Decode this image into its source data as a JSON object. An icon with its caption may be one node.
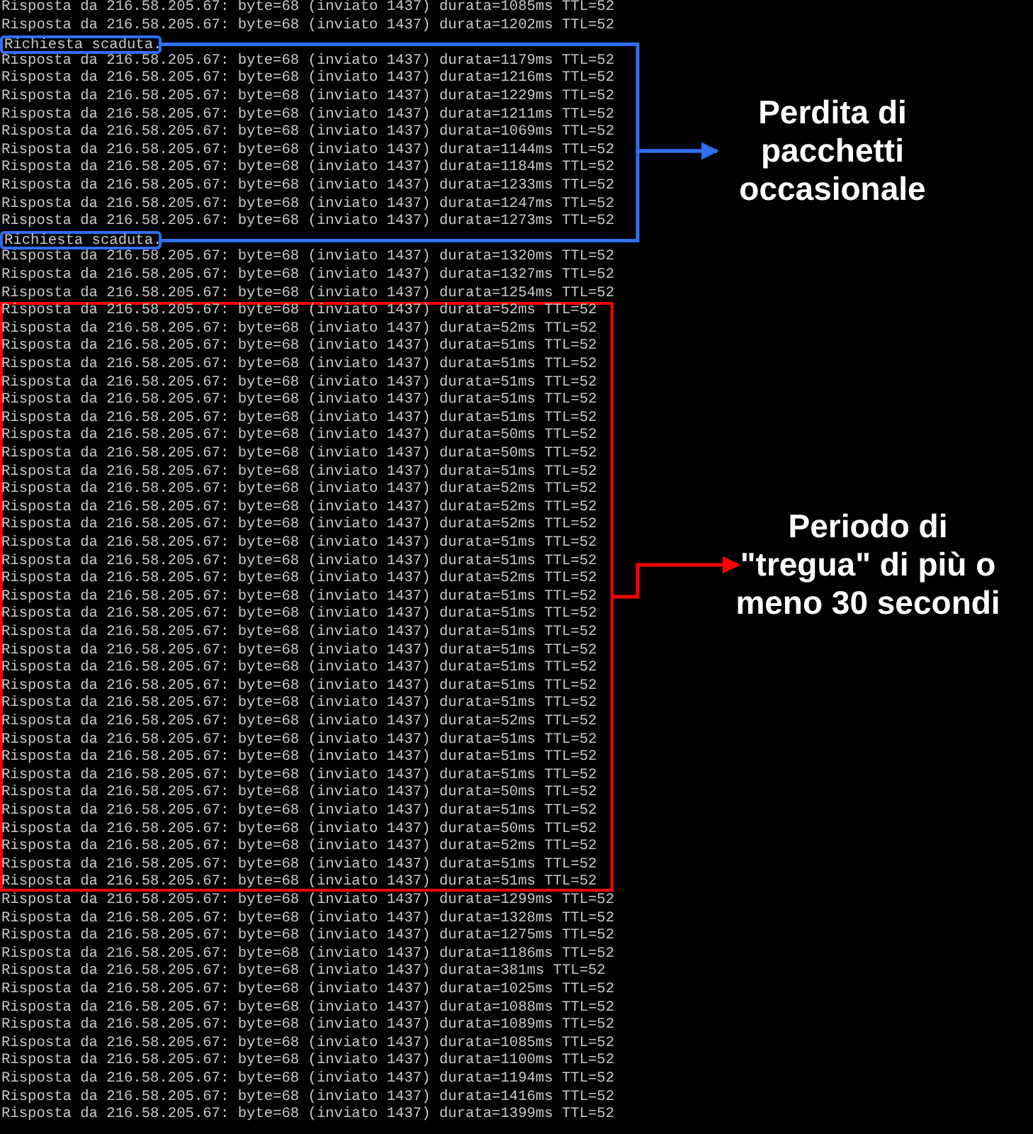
{
  "diagram": {
    "nodes": [
      {
        "text": [
          "Richiesta scaduta."
        ]
      },
      {
        "text": [
          "Richiesta scaduta."
        ]
      },
      {
        "text": [
          "Perdita di pacchetti occasionale"
        ]
      },
      {
        "text": [],
        "shape": "box"
      },
      {
        "text": [
          "Periodo di \"tregua\" di più o meno 30 secondi"
        ]
      }
    ],
    "edges": [
      {
        "from": 0,
        "to": 2,
        "arrow": "to"
      },
      {
        "from": 1,
        "to": 2,
        "arrow": "to"
      },
      {
        "from": 3,
        "to": 4,
        "arrow": "to",
        "color": "#ff0000"
      }
    ],
    "labels": [
      "Risposta da 216.58.205.67: byte=68 (inviato 1437) durata=1085ms TTL=52",
      "Risposta da 216.58.205.67: byte=68 (inviato 1437) durata=1202ms TTL=52",
      "Risposta da 216.58.205.67: byte=68 (inviato 1437) durata=1179ms TTL=52",
      "Risposta da 216.58.205.67: byte=68 (inviato 1437) durata=1216ms TTL=52",
      "Risposta da 216.58.205.67: byte=68 (inviato 1437) durata=1229ms TTL=52",
      "Risposta da 216.58.205.67: byte=68 (inviato 1437) durata=1211ms TTL=52",
      "Risposta da 216.58.205.67: byte=68 (inviato 1437) durata=1069ms TTL=52",
      "Risposta da 216.58.205.67: byte=68 (inviato 1437) durata=1144ms TTL=52",
      "Risposta da 216.58.205.67: byte=68 (inviato 1437) durata=1184ms TTL=52",
      "Risposta da 216.58.205.67: byte=68 (inviato 1437) durata=1233ms TTL=52",
      "Risposta da 216.58.205.67: byte=68 (inviato 1437) durata=1247ms TTL=52",
      "Risposta da 216.58.205.67: byte=68 (inviato 1437) durata=1273ms TTL=52",
      "Risposta da 216.58.205.67: byte=68 (inviato 1437) durata=1320ms TTL=52",
      "Risposta da 216.58.205.67: byte=68 (inviato 1437) durata=1327ms TTL=52",
      "Risposta da 216.58.205.67: byte=68 (inviato 1437) durata=1254ms TTL=52",
      "Risposta da 216.58.205.67: byte=68 (inviato 1437) durata=52ms TTL=52",
      "Risposta da 216.58.205.67: byte=68 (inviato 1437) durata=52ms TTL=52",
      "Risposta da 216.58.205.67: byte=68 (inviato 1437) durata=51ms TTL=52",
      "Risposta da 216.58.205.67: byte=68 (inviato 1437) durata=51ms TTL=52",
      "Risposta da 216.58.205.67: byte=68 (inviato 1437) durata=51ms TTL=52",
      "Risposta da 216.58.205.67: byte=68 (inviato 1437) durata=51ms TTL=52",
      "Risposta da 216.58.205.67: byte=68 (inviato 1437) durata=51ms TTL=52",
      "Risposta da 216.58.205.67: byte=68 (inviato 1437) durata=50ms TTL=52",
      "Risposta da 216.58.205.67: byte=68 (inviato 1437) durata=50ms TTL=52",
      "Risposta da 216.58.205.67: byte=68 (inviato 1437) durata=51ms TTL=52",
      "Risposta da 216.58.205.67: byte=68 (inviato 1437) durata=52ms TTL=52",
      "Risposta da 216.58.205.67: byte=68 (inviato 1437) durata=52ms TTL=52",
      "Risposta da 216.58.205.67: byte=68 (inviato 1437) durata=52ms TTL=52",
      "Risposta da 216.58.205.67: byte=68 (inviato 1437) durata=51ms TTL=52",
      "Risposta da 216.58.205.67: byte=68 (inviato 1437) durata=51ms TTL=52",
      "Risposta da 216.58.205.67: byte=68 (inviato 1437) durata=52ms TTL=52",
      "Risposta da 216.58.205.67: byte=68 (inviato 1437) durata=51ms TTL=52",
      "Risposta da 216.58.205.67: byte=68 (inviato 1437) durata=51ms TTL=52",
      "Risposta da 216.58.205.67: byte=68 (inviato 1437) durata=51ms TTL=52",
      "Risposta da 216.58.205.67: byte=68 (inviato 1437) durata=51ms TTL=52",
      "Risposta da 216.58.205.67: byte=68 (inviato 1437) durata=51ms TTL=52",
      "Risposta da 216.58.205.67: byte=68 (inviato 1437) durata=51ms TTL=52",
      "Risposta da 216.58.205.67: byte=68 (inviato 1437) durata=51ms TTL=52",
      "Risposta da 216.58.205.67: byte=68 (inviato 1437) durata=52ms TTL=52",
      "Risposta da 216.58.205.67: byte=68 (inviato 1437) durata=51ms TTL=52",
      "Risposta da 216.58.205.67: byte=68 (inviato 1437) durata=51ms TTL=52",
      "Risposta da 216.58.205.67: byte=68 (inviato 1437) durata=51ms TTL=52",
      "Risposta da 216.58.205.67: byte=68 (inviato 1437) durata=50ms TTL=52",
      "Risposta da 216.58.205.67: byte=68 (inviato 1437) durata=51ms TTL=52",
      "Risposta da 216.58.205.67: byte=68 (inviato 1437) durata=50ms TTL=52",
      "Risposta da 216.58.205.67: byte=68 (inviato 1437) durata=52ms TTL=52",
      "Risposta da 216.58.205.67: byte=68 (inviato 1437) durata=51ms TTL=52",
      "Risposta da 216.58.205.67: byte=68 (inviato 1437) durata=51ms TTL=52",
      "Risposta da 216.58.205.67: byte=68 (inviato 1437) durata=1299ms TTL=52",
      "Risposta da 216.58.205.67: byte=68 (inviato 1437) durata=1328ms TTL=52",
      "Risposta da 216.58.205.67: byte=68 (inviato 1437) durata=1275ms TTL=52",
      "Risposta da 216.58.205.67: byte=68 (inviato 1437) durata=1186ms TTL=52",
      "Risposta da 216.58.205.67: byte=68 (inviato 1437) durata=381ms TTL=52",
      "Risposta da 216.58.205.67: byte=68 (inviato 1437) durata=1025ms TTL=52",
      "Risposta da 216.58.205.67: byte=68 (inviato 1437) durata=1088ms TTL=52",
      "Risposta da 216.58.205.67: byte=68 (inviato 1437) durata=1089ms TTL=52",
      "Risposta da 216.58.205.67: byte=68 (inviato 1437) durata=1085ms TTL=52",
      "Risposta da 216.58.205.67: byte=68 (inviato 1437) durata=1100ms TTL=52",
      "Risposta da 216.58.205.67: byte=68 (inviato 1437) durata=1194ms TTL=52",
      "Risposta da 216.58.205.67: byte=68 (inviato 1437) durata=1416ms TTL=52",
      "Risposta da 216.58.205.67: byte=68 (inviato 1437) durata=1399ms TTL=52"
    ]
  }
}
